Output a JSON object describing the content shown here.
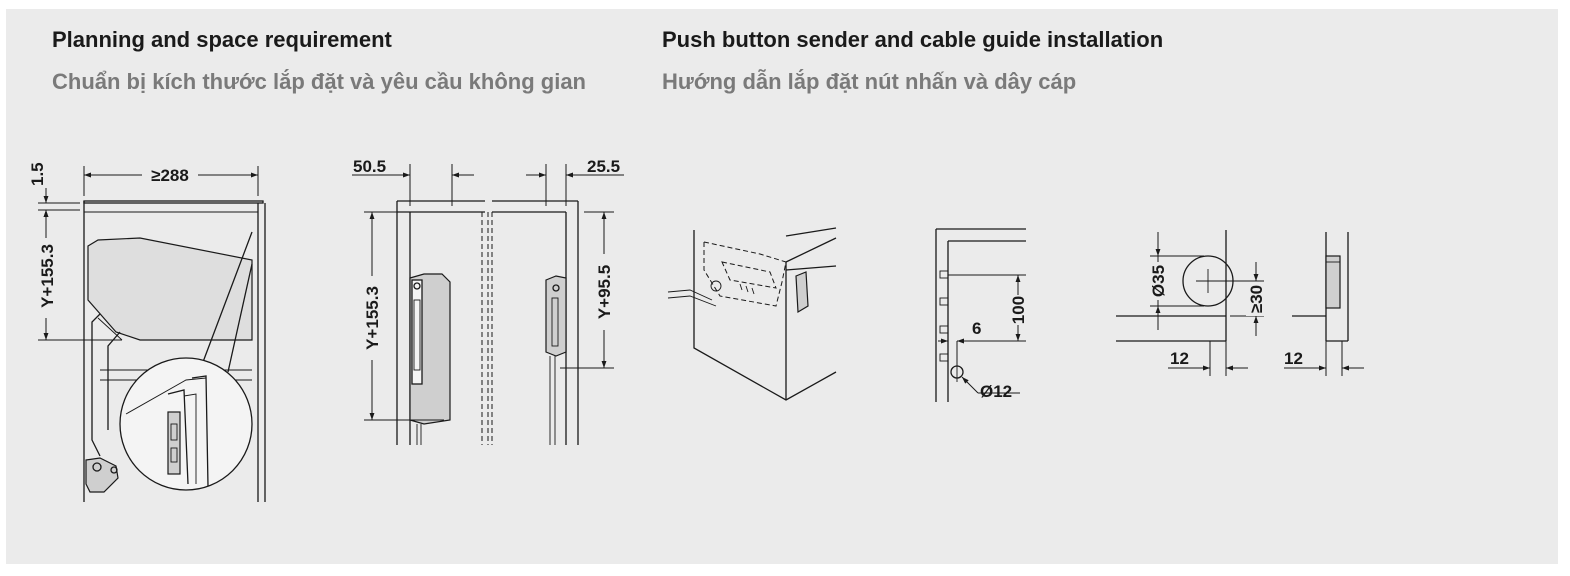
{
  "sections": {
    "planning": {
      "title_en": "Planning and space requirement",
      "title_vi": "Chuẩn bị kích thước lắp đặt và yêu cầu không gian"
    },
    "push_button": {
      "title_en": "Push button sender and cable guide installation",
      "title_vi": "Hướng dẫn lắp đặt nút nhấn và dây cáp"
    }
  },
  "dimensions": {
    "d_1_5": "1.5",
    "d_288": "≥288",
    "d_y155_left": "Y+155.3",
    "d_50_5": "50.5",
    "d_25_5": "25.5",
    "d_y155_mid": "Y+155.3",
    "d_y95_5": "Y+95.5",
    "d_6": "6",
    "d_100": "100",
    "d_dia12": "Ø12",
    "d_dia35": "Ø35",
    "d_ge30": "≥30",
    "d_12_a": "12",
    "d_12_b": "12"
  },
  "colors": {
    "panel_bg": "#ebebeb",
    "line": "#1a1a1a",
    "part_fill": "#cfcfcf"
  }
}
